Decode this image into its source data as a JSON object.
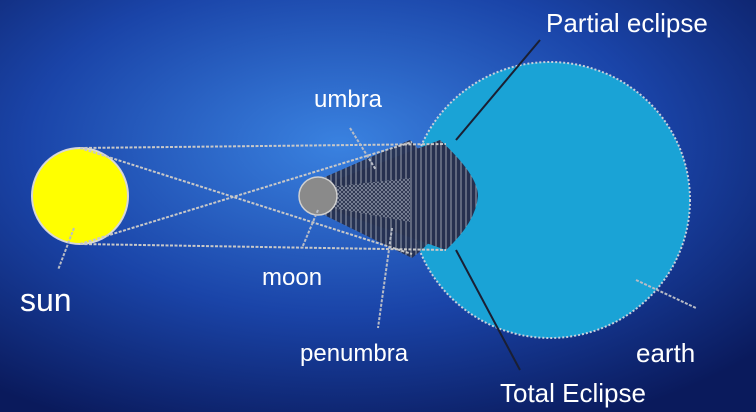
{
  "labels": {
    "sun": "sun",
    "moon": "moon",
    "umbra": "umbra",
    "penumbra": "penumbra",
    "partial_eclipse": "Partial eclipse",
    "total_eclipse": "Total Eclipse",
    "earth": "earth"
  },
  "colors": {
    "background_dark": "#0a1a5c",
    "background_light": "#2f6fd0",
    "sun": "#ffff00",
    "earth": "#1aa3d6",
    "moon": "#8a8a8a",
    "shadow": "#1f2a4a",
    "ray": "#c8c8c8"
  }
}
